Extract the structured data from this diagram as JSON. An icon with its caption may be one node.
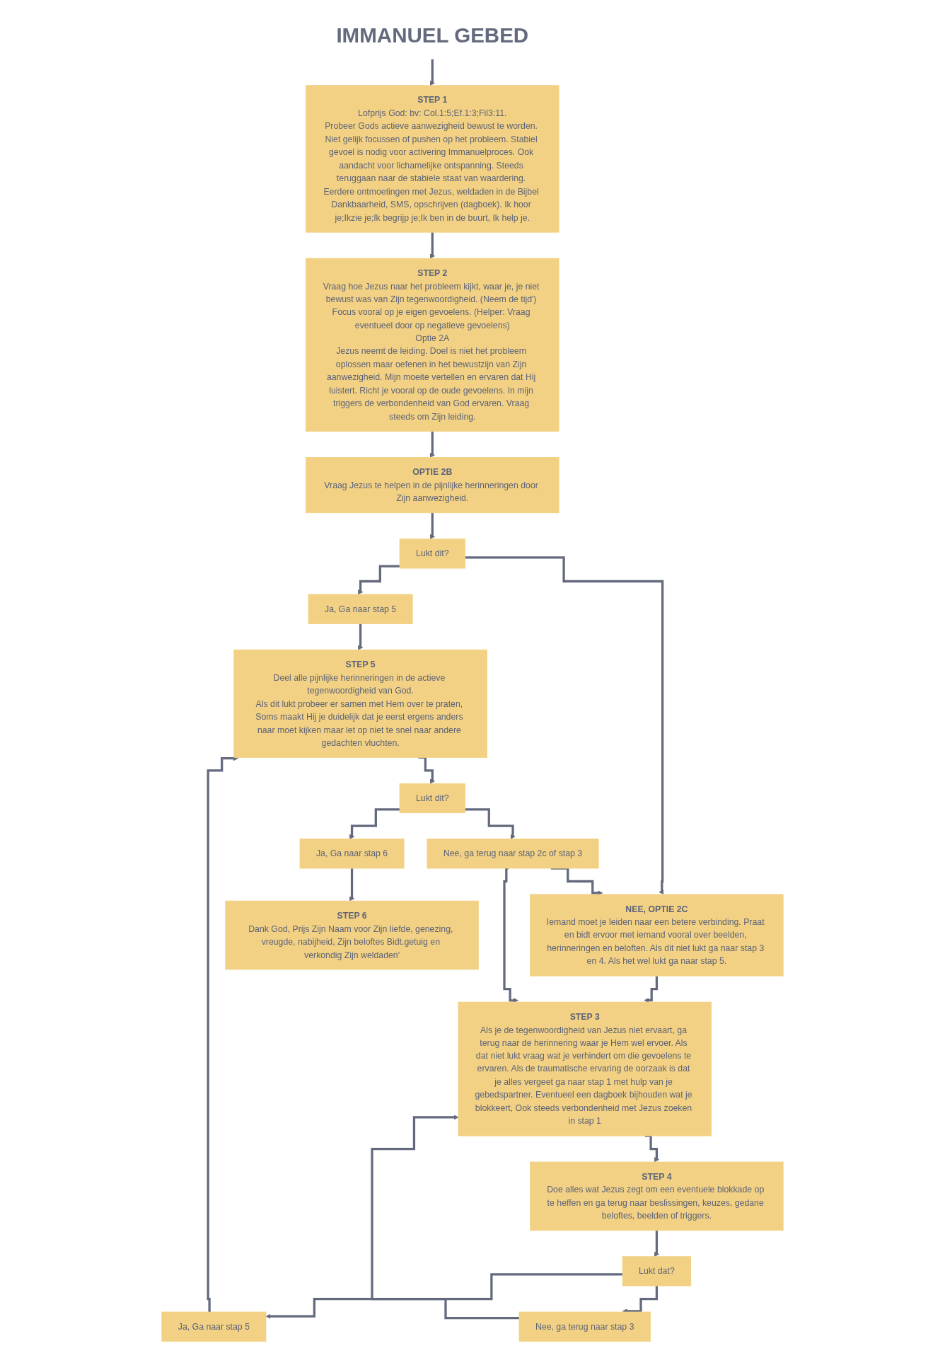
{
  "diagram": {
    "nodes": [
      {
        "text": [
          "IMMANUEL GEBED"
        ]
      },
      {
        "text": [
          "STEP 1",
          "Lofprijs God: bv: Col.1:5;Ef.1:3;Fil3:11.",
          "Probeer Gods actieve aanwezigheid bewust te worden. Niet gelijk focussen of pushen op het probleem. Stabiel gevoel is nodig voor activering Immanuelproces. Ook aandacht voor lichamelijke ontspanning. Steeds teruggaan naar de stabiele staat van waardering. Eerdere ontmoetingen met Jezus, weldaden in de Bijbel Dankbaarheid, SMS, opschrijven (dagboek). Ik hoor je;Ikzie je;Ik begrijp je;Ik ben in de buurt, Ik help je."
        ]
      },
      {
        "text": [
          "STEP 2",
          "Vraag hoe Jezus naar het probleem kijkt, waar je, je niet bewust was van Zijn tegenwoordigheid. (Neem de tijd') Focus vooral op je eigen gevoelens. (Helper: Vraag eventueel door op negatieve gevoelens)",
          "Optie 2A",
          "Jezus neemt de leiding. Doel is niet het probleem oplossen maar oefenen in het bewustzijn van Zijn aanwezigheid. Mijn moeite vertellen en ervaren dat Hij luistert. Richt je vooral op de oude gevoelens. In mijn triggers de verbondenheid van God ervaren. Vraag steeds om Zijn leiding."
        ]
      },
      {
        "text": [
          "OPTIE 2B",
          "Vraag Jezus te helpen in de pijnlijke herinneringen door Zijn aanwezigheid."
        ]
      },
      {
        "text": [
          "Lukt dit?"
        ]
      },
      {
        "text": [
          "Ja, Ga naar stap 5"
        ]
      },
      {
        "text": [
          "NEE, OPTIE 2C",
          "Iemand moet je leiden naar een betere verbinding. Praat en bidt ervoor met iemand vooral over beelden, herinneringen en beloften. Als dit niet lukt ga naar stap 3 en 4. Als het wel lukt ga naar stap 5."
        ]
      },
      {
        "text": [
          "STEP 3",
          "Als je de tegenwoordigheid van Jezus niet ervaart, ga terug naar de herinnering waar je Hem wel ervoer. Als dat niet lukt vraag wat je verhindert om die gevoelens te ervaren. Als de traumatische ervaring de oorzaak is dat je alles vergeet ga naar stap 1 met hulp van je gebedspartner. Eventueel een dagboek bijhouden wat je blokkeert, Ook steeds verbondenheid met Jezus zoeken in stap 1"
        ]
      },
      {
        "text": [
          "STEP 4",
          "Doe alles wat Jezus zegt om een eventuele blokkade op te heffen en ga terug naar beslissingen, keuzes, gedane beloftes, beelden of triggers."
        ]
      },
      {
        "text": [
          "Lukt dat?"
        ]
      },
      {
        "text": [
          "Ja, Ga naar stap 5"
        ]
      },
      {
        "text": [
          "Nee, ga terug naar stap 3"
        ]
      },
      {
        "text": [
          "STEP 5",
          "Deel alle pijnlijke herinneringen in de actieve tegenwoordigheid van God.",
          "Als dit lukt probeer er samen met Hem over te praten, Soms maakt Hij je duidelijk dat je eerst ergens anders naar moet kijken maar let op niet te snel naar andere gedachten vluchten."
        ]
      },
      {
        "text": [
          "Lukt dit?"
        ]
      },
      {
        "text": [
          "Ja, Ga naar stap 6"
        ]
      },
      {
        "text": [
          "STEP 6",
          "Dank God, Prijs Zijn Naam voor Zijn liefde, genezing, vreugde, nabijheid, Zijn beloftes Bidt.getuig en verkondig Zijn weldaden'"
        ]
      },
      {
        "text": [
          "Nee, ga terug naar stap 2c of stap 3"
        ]
      }
    ],
    "edges": [
      {
        "from": 0,
        "to": 1,
        "arrow": "to"
      },
      {
        "from": 1,
        "to": 2,
        "arrow": "to"
      },
      {
        "from": 2,
        "to": 3,
        "arrow": "to"
      },
      {
        "from": 3,
        "to": 4,
        "arrow": "to"
      },
      {
        "from": 4,
        "to": 5,
        "arrow": "to"
      },
      {
        "from": 4,
        "to": 6,
        "arrow": "to"
      },
      {
        "from": 5,
        "to": 12,
        "arrow": "to"
      },
      {
        "from": 6,
        "to": 7,
        "arrow": "to"
      },
      {
        "from": 7,
        "to": 8,
        "arrow": "to"
      },
      {
        "from": 8,
        "to": 9,
        "arrow": "to"
      },
      {
        "from": 9,
        "to": 10,
        "arrow": "to"
      },
      {
        "from": 9,
        "to": 11,
        "arrow": "to"
      },
      {
        "from": 11,
        "to": 7,
        "arrow": "to"
      },
      {
        "from": 10,
        "to": 12,
        "arrow": "to"
      },
      {
        "from": 12,
        "to": 13,
        "arrow": "to"
      },
      {
        "from": 13,
        "to": 14,
        "arrow": "to"
      },
      {
        "from": 14,
        "to": 15,
        "arrow": "to"
      },
      {
        "from": 13,
        "to": 16,
        "arrow": "to"
      },
      {
        "from": 16,
        "to": 7,
        "arrow": "to"
      },
      {
        "from": 16,
        "to": 6,
        "arrow": "to"
      }
    ]
  }
}
